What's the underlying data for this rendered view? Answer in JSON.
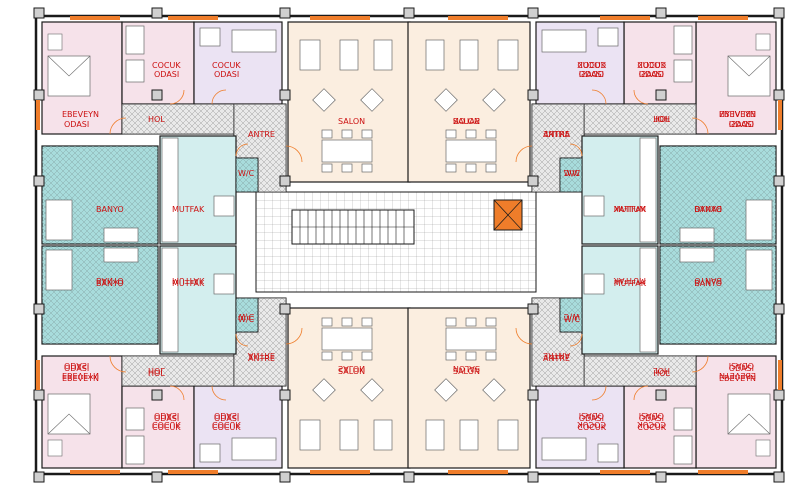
{
  "colors": {
    "wall": "#1a1a1a",
    "wall_light": "#6a6a6a",
    "bedroom_pink": "#f6e2ea",
    "kids_lavender": "#ebe3f3",
    "living_peach": "#fbeee0",
    "bath_teal": "#a8dcdc",
    "kitchen_cyan": "#d3eeee",
    "hall_gray": "#c8c8c8",
    "window_orange": "#ef7d2a",
    "label_red": "#cc1010",
    "column_fill": "#d0d0d0"
  },
  "room_labels": {
    "cocuk_line1": "COCUK",
    "cocuk_line2": "ODASI",
    "ebeveyn_line1": "EBEVEYN",
    "ebeveyn_line2": "ODASI",
    "hol": "HOL",
    "antre": "ANTRE",
    "salon": "SALON",
    "wc": "W/C",
    "banyo": "BANYO",
    "mutfak": "MUTFAK"
  },
  "units": [
    {
      "id": "top-left"
    },
    {
      "id": "top-right"
    },
    {
      "id": "bottom-left"
    },
    {
      "id": "bottom-right"
    }
  ]
}
